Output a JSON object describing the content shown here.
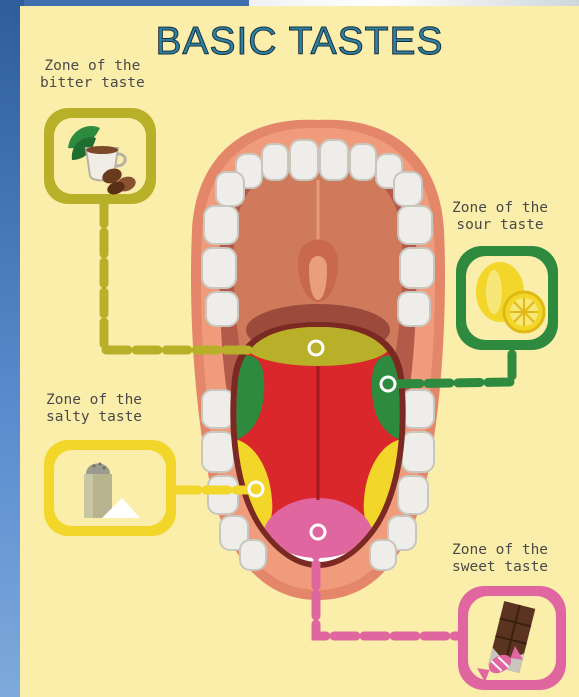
{
  "title": "BASIC TASTES",
  "zones": {
    "bitter": {
      "label": "Zone of the\nbitter taste",
      "color": "#b9b02a"
    },
    "sour": {
      "label": "Zone of the\nsour taste",
      "color": "#2d8a3f"
    },
    "salty": {
      "label": "Zone of the\nsalty taste",
      "color": "#f2d72a"
    },
    "sweet": {
      "label": "Zone of the\nsweet taste",
      "color": "#e066a0"
    }
  },
  "icons": {
    "bitter": "coffee-cup-icon",
    "sour": "lemon-icon",
    "salty": "salt-shaker-icon",
    "sweet": "chocolate-candy-icon"
  }
}
